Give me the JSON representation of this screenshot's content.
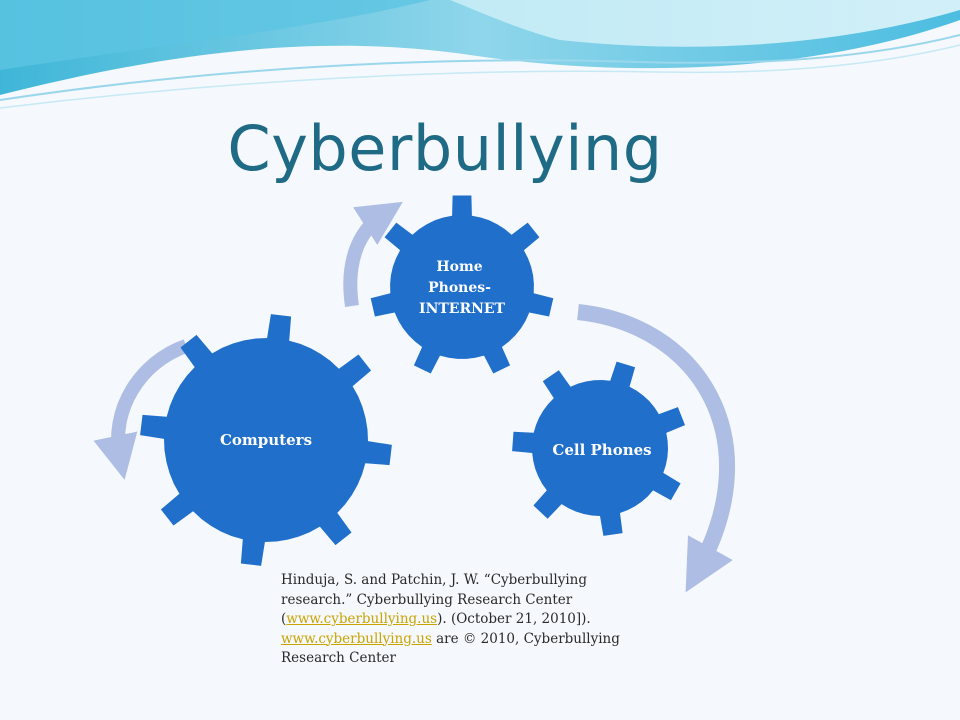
{
  "slide": {
    "title": "Cyberbullying",
    "colors": {
      "gear": "#1f6fcb",
      "arrow": "#aebde3",
      "title": "#1f6b86",
      "link": "#c9a400"
    }
  },
  "diagram": {
    "gears": [
      {
        "id": "computers",
        "label": "Computers"
      },
      {
        "id": "home_phones",
        "label_lines": [
          "Home",
          "Phones-",
          "INTERNET"
        ]
      },
      {
        "id": "cell_phones",
        "label": "Cell Phones"
      }
    ]
  },
  "citation": {
    "line1": "Hinduja, S. and Patchin, J. W. “Cyberbullying research.” Cyberbullying Research Center (",
    "link1": "www.cyberbullying.us",
    "link1_suffix": ")",
    "line2": ". (October 21, 2010]). ",
    "link2": "www.cyberbullying.us",
    "line3": " are © 2010, Cyberbullying Research Center"
  }
}
